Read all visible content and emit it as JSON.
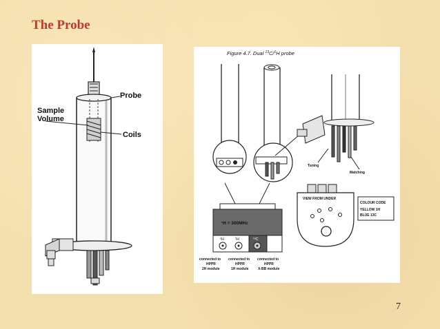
{
  "slide": {
    "title": "The Probe",
    "page_number": "7"
  },
  "left_figure": {
    "label_probe": "Probe",
    "label_sample_1": "Sample",
    "label_sample_2": "Volume",
    "label_coils": "Coils"
  },
  "right_figure": {
    "caption_prefix": "Figure 4.7.   Dual ",
    "caption_sup1": "13",
    "caption_mid": "C/",
    "caption_sup2": "1",
    "caption_suffix": "H probe",
    "label_tuning": "Tuning",
    "label_matching": "Matching",
    "view_from_under": "VIEW FROM UNDER",
    "colour_code_title": "COLOUR CODE",
    "colour_code_row1": "YELLOW   1H",
    "colour_code_row2": "BLUE       13C",
    "freq_label": "¹H = 300MHz",
    "port1": "²H",
    "port2": "¹H",
    "port3": "¹³C",
    "conn1_line1": "connected to",
    "conn1_line2": "HPPR",
    "conn1_line3": "2H module",
    "conn2_line1": "connected to",
    "conn2_line2": "HPPR",
    "conn2_line3": "1H module",
    "conn3_line1": "connected to",
    "conn3_line2": "HPPR",
    "conn3_line3": "X-BB module"
  }
}
